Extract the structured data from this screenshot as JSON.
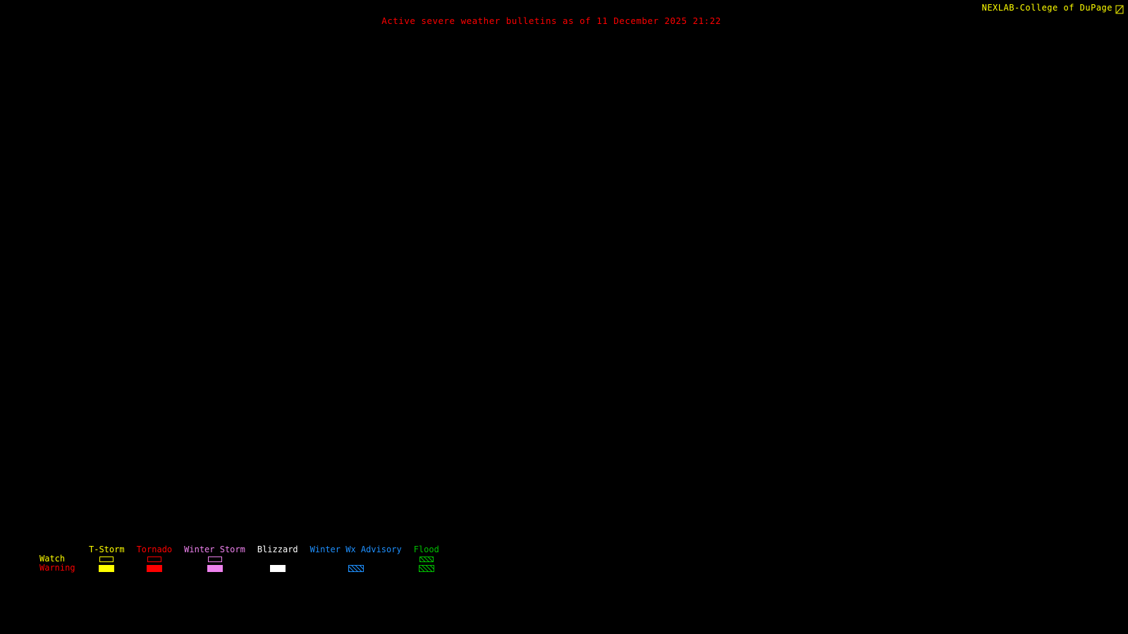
{
  "page": {
    "background": "#000000"
  },
  "header": {
    "title": "Active severe weather bulletins as of 11 December 2025 21:22",
    "title_color": "#ff0000",
    "brand": "NEXLAB-College of DuPage",
    "brand_color": "#ffff00"
  },
  "legend": {
    "row_labels": [
      {
        "label": "Watch",
        "color": "#ffff00"
      },
      {
        "label": "Warning",
        "color": "#ff0000"
      }
    ],
    "columns": [
      {
        "label": "T-Storm",
        "color": "#ffff00",
        "watch": "outline",
        "warning": "fill"
      },
      {
        "label": "Tornado",
        "color": "#ff0000",
        "watch": "outline",
        "warning": "fill"
      },
      {
        "label": "Winter Storm",
        "color": "#ee82ee",
        "watch": "outline",
        "warning": "fill"
      },
      {
        "label": "Blizzard",
        "color": "#ffffff",
        "watch": "none",
        "warning": "fill"
      },
      {
        "label": "Winter Wx Advisory",
        "color": "#1e90ff",
        "watch": "none",
        "warning": "hatch"
      },
      {
        "label": "Flood",
        "color": "#00c000",
        "watch": "hatch",
        "warning": "hatch"
      }
    ]
  }
}
